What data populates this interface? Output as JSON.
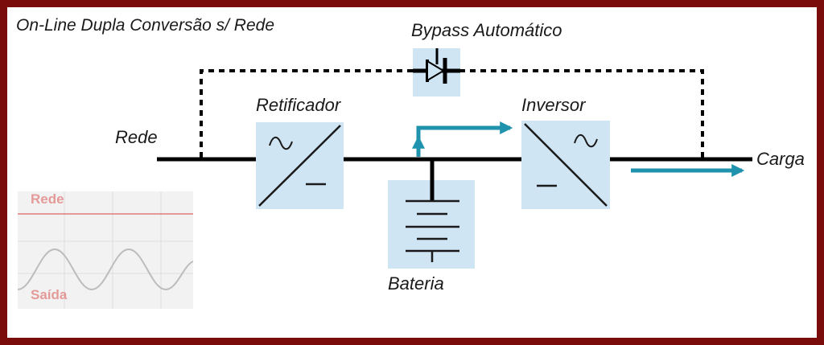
{
  "title": "On-Line Dupla Conversão s/ Rede",
  "labels": {
    "bypass": "Bypass Automático",
    "rectifier": "Retificador",
    "inverter": "Inversor",
    "grid": "Rede",
    "load": "Carga",
    "battery": "Bateria"
  },
  "scope": {
    "top_label": "Rede",
    "bottom_label": "Saída"
  },
  "colors": {
    "frame": "#7a0c0c",
    "block_fill": "#cfe5f3",
    "flow_arrow": "#1f93ad",
    "line": "#000000",
    "scope_text": "#d9534f"
  }
}
